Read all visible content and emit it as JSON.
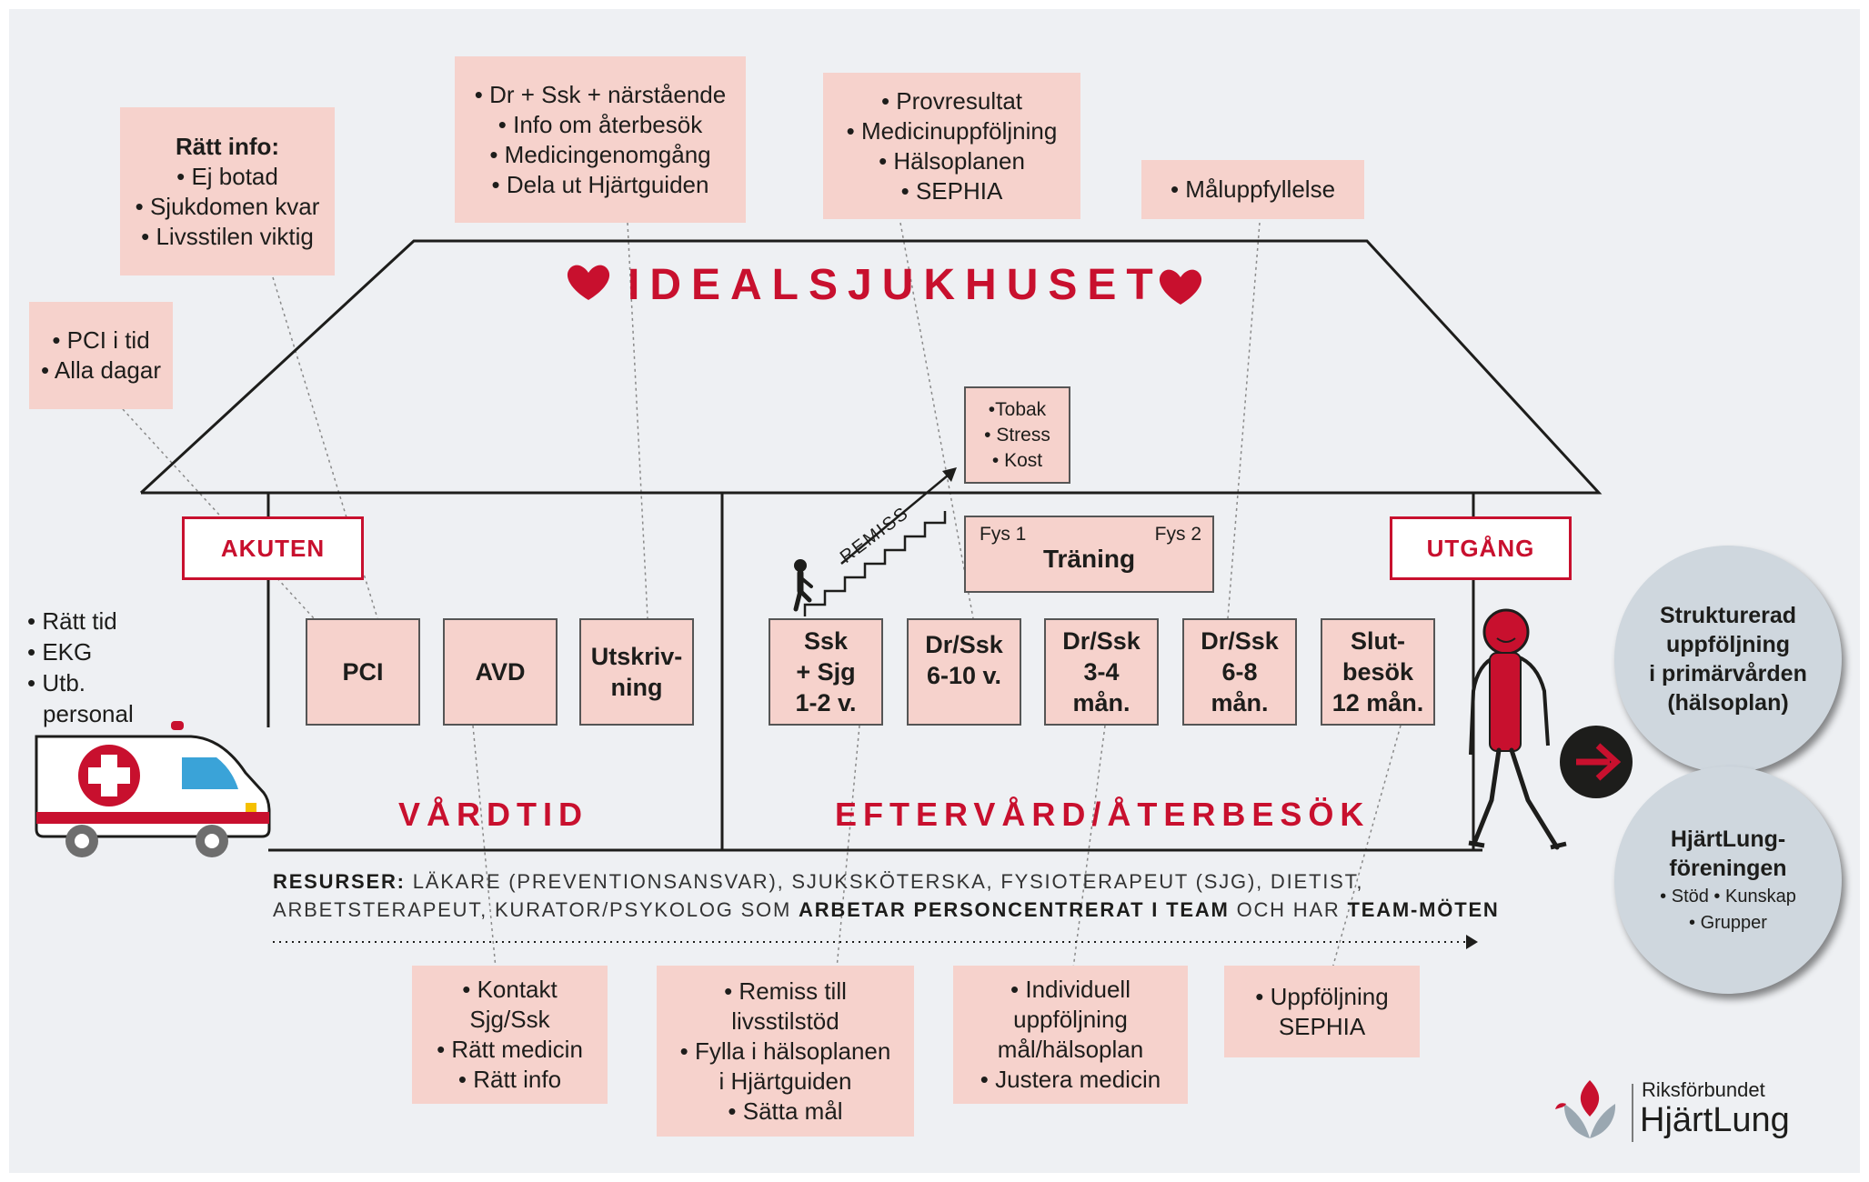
{
  "title": "IDEALSJUKHUSET",
  "signs": {
    "left": "AKUTEN",
    "right": "UTGÅNG"
  },
  "callouts": {
    "pci": [
      "• PCI i tid",
      "• Alla dagar"
    ],
    "info_head": "Rätt info:",
    "info": [
      "• Ej botad",
      "• Sjukdomen kvar",
      "• Livsstilen viktig"
    ],
    "dr": [
      "• Dr + Ssk + närstående",
      "• Info om återbesök",
      "• Medicingenomgång",
      "• Dela ut Hjärtguiden"
    ],
    "prov": [
      "• Provresultat",
      "• Medicinuppföljning",
      "• Hälsoplanen",
      "• SEPHIA"
    ],
    "mal": [
      "• Måluppfyllelse"
    ],
    "kontakt": [
      "• Kontakt",
      "Sjg/Ssk",
      "• Rätt medicin",
      "• Rätt info"
    ],
    "remiss": [
      "• Remiss till",
      "livsstilstöd",
      "• Fylla i hälsoplanen",
      "i Hjärtguiden",
      "• Sätta mål"
    ],
    "individuell": [
      "• Individuell",
      "uppföljning",
      "mål/hälsoplan",
      "• Justera medicin"
    ],
    "uppf": [
      "• Uppföljning",
      "SEPHIA"
    ]
  },
  "attic": [
    "•Tobak",
    "• Stress",
    "• Kost"
  ],
  "training": {
    "label": "Träning",
    "fys1": "Fys 1",
    "fys2": "Fys 2"
  },
  "remiss_label": "REMISS",
  "rooms": {
    "pci": [
      "PCI"
    ],
    "avd": [
      "AVD"
    ],
    "utskrivning": [
      "Utskriv-",
      "ning"
    ],
    "ssk": [
      "Ssk",
      "+ Sjg",
      "1-2 v."
    ],
    "drssk1": [
      "Dr/Ssk",
      "6-10 v."
    ],
    "drssk2": [
      "Dr/Ssk",
      "3-4",
      "mån."
    ],
    "drssk3": [
      "Dr/Ssk",
      "6-8",
      "mån."
    ],
    "slut": [
      "Slut-",
      "besök",
      "12 mån."
    ]
  },
  "ambulance_notes": [
    "• Rätt tid",
    "• EKG",
    "• Utb.",
    "personal"
  ],
  "sections": {
    "left": "VÅRDTID",
    "right": "EFTERVÅRD/ÅTERBESÖK"
  },
  "resources": {
    "label": "RESURSER:",
    "line1_rest": " LÄKARE (PREVENTIONSANSVAR), SJUKSKÖTERSKA, FYSIOTERAPEUT (SJG), DIETIST,",
    "line2_a": "ARBETSTERAPEUT, KURATOR/PSYKOLOG SOM ",
    "line2_b": "ARBETAR PERSONCENTRERAT I TEAM",
    "line2_c": " OCH HAR ",
    "line2_d": "TEAM-MÖTEN"
  },
  "circles": {
    "primary": [
      "Strukturerad",
      "uppföljning",
      "i primärvården",
      "(hälsoplan)"
    ],
    "assoc_title": [
      "HjärtLung-",
      "föreningen"
    ],
    "assoc_sub": [
      "• Stöd • Kunskap",
      "• Grupper"
    ]
  },
  "logo": {
    "top": "Riksförbundet",
    "bottom": "HjärtLung"
  },
  "colors": {
    "accent": "#c8102e",
    "card": "#f6d2cc",
    "background": "#eef0f3",
    "circle": "#cfd7de"
  }
}
